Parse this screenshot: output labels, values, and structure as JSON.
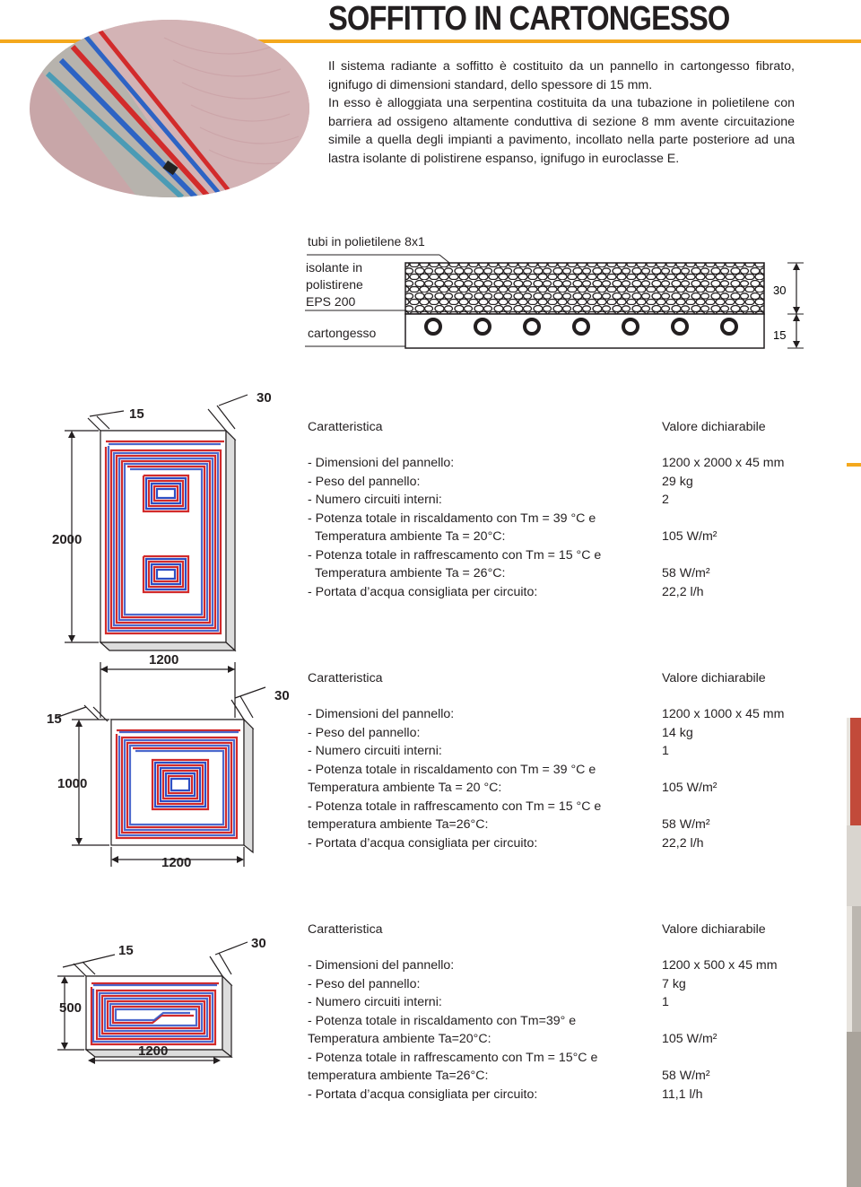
{
  "header": {
    "title": "SOFFITTO IN CARTONGESSO",
    "accent_color": "#f4a81d"
  },
  "intro": {
    "paragraph1": "Il sistema radiante a soffitto è costituito da un pannello in cartongesso fibrato, ignifugo di dimensioni standard, dello spessore di 15 mm.",
    "paragraph2": "In esso è alloggiata una serpentina costituita da una tubazione in polietilene con barriera ad ossigeno altamente conduttiva di sezione 8 mm avente circuitazione simile a quella degli impianti a pavimento, incollato nella parte posteriore ad una lastra isolante di polistirene espanso, ignifugo in euroclasse E."
  },
  "section_diagram": {
    "label_tubes": "tubi in polietilene 8x1",
    "label_insulation_1": "isolante in",
    "label_insulation_2": "polistirene",
    "label_insulation_3": "EPS 200",
    "label_board": "cartongesso",
    "dim_insulation": "30",
    "dim_board": "15"
  },
  "panels": [
    {
      "dims": {
        "thickness_a": "15",
        "thickness_b": "30",
        "height": "2000",
        "width": "1200"
      },
      "table": {
        "col_characteristic": "Caratteristica",
        "col_value": "Valore dichiarabile",
        "rows": [
          {
            "k": "- Dimensioni del pannello:",
            "v": "1200 x 2000 x 45 mm"
          },
          {
            "k": "- Peso del pannello:",
            "v": "29 kg"
          },
          {
            "k": "- Numero circuiti interni:",
            "v": "2"
          },
          {
            "k": "- Potenza totale in riscaldamento con Tm = 39 °C e",
            "v": ""
          },
          {
            "k": "  Temperatura ambiente Ta = 20°C:",
            "v": "105 W/m²"
          },
          {
            "k": "- Potenza totale in raffrescamento con Tm = 15 °C e",
            "v": ""
          },
          {
            "k": "  Temperatura ambiente Ta = 26°C:",
            "v": "58 W/m²"
          },
          {
            "k": "- Portata d’acqua consigliata per circuito:",
            "v": "22,2 l/h"
          }
        ]
      }
    },
    {
      "dims": {
        "thickness_a": "15",
        "thickness_b": "30",
        "height": "1000",
        "width": "1200"
      },
      "table": {
        "col_characteristic": "Caratteristica",
        "col_value": "Valore dichiarabile",
        "rows": [
          {
            "k": "- Dimensioni del pannello:",
            "v": "1200 x 1000 x 45 mm"
          },
          {
            "k": "- Peso del pannello:",
            "v": "14 kg"
          },
          {
            "k": "- Numero circuiti interni:",
            "v": "1"
          },
          {
            "k": "- Potenza totale in riscaldamento con Tm = 39 °C e",
            "v": ""
          },
          {
            "k": "Temperatura ambiente Ta = 20 °C:",
            "v": "105 W/m²"
          },
          {
            "k": "- Potenza totale in raffrescamento con Tm = 15 °C e",
            "v": ""
          },
          {
            "k": "temperatura ambiente Ta=26°C:",
            "v": "58 W/m²"
          },
          {
            "k": "- Portata d’acqua consigliata per circuito:",
            "v": "22,2 l/h"
          }
        ]
      }
    },
    {
      "dims": {
        "thickness_a": "15",
        "thickness_b": "30",
        "height": "500",
        "width": "1200"
      },
      "table": {
        "col_characteristic": "Caratteristica",
        "col_value": "Valore dichiarabile",
        "rows": [
          {
            "k": "- Dimensioni del pannello:",
            "v": "1200 x 500 x 45 mm"
          },
          {
            "k": "- Peso del pannello:",
            "v": "7 kg"
          },
          {
            "k": "- Numero circuiti interni:",
            "v": "1"
          },
          {
            "k": "- Potenza totale in riscaldamento con Tm=39° e",
            "v": ""
          },
          {
            "k": "Temperatura ambiente Ta=20°C:",
            "v": "105 W/m²"
          },
          {
            "k": "- Potenza totale in raffrescamento con Tm = 15°C e",
            "v": ""
          },
          {
            "k": "temperatura ambiente Ta=26°C:",
            "v": "58 W/m²"
          },
          {
            "k": "- Portata d’acqua consigliata per circuito:",
            "v": "11,1 l/h"
          }
        ]
      }
    }
  ]
}
